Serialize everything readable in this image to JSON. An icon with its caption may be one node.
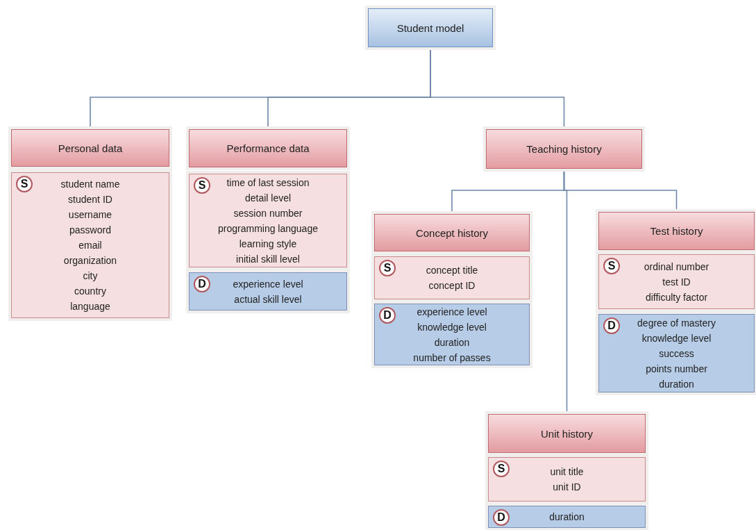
{
  "diagram": {
    "nodes": [
      {
        "text": [
          "Student model"
        ]
      },
      {
        "text": [
          "Personal data"
        ]
      },
      {
        "text": [
          "S",
          "student name",
          "student ID",
          "username",
          "password",
          "email",
          "organization",
          "city",
          "country",
          "language"
        ]
      },
      {
        "text": [
          "Performance data"
        ]
      },
      {
        "text": [
          "S",
          "time of last session",
          "detail level",
          "session number",
          "programming language",
          "learning style",
          "initial skill level"
        ]
      },
      {
        "text": [
          "D",
          "experience level",
          "actual skill level"
        ]
      },
      {
        "text": [
          "Teaching history"
        ]
      },
      {
        "text": [
          "Concept history"
        ]
      },
      {
        "text": [
          "S",
          "concept title",
          "concept ID"
        ]
      },
      {
        "text": [
          "D",
          "experience level",
          "knowledge level",
          "duration",
          "number of passes"
        ]
      },
      {
        "text": [
          "Test history"
        ]
      },
      {
        "text": [
          "S",
          "ordinal number",
          "test ID",
          "difficulty factor"
        ]
      },
      {
        "text": [
          "D",
          "degree of mastery",
          "knowledge level",
          "success",
          "points number",
          "duration"
        ]
      },
      {
        "text": [
          "Unit history"
        ]
      },
      {
        "text": [
          "S",
          "unit title",
          "unit ID"
        ]
      },
      {
        "text": [
          "D",
          "duration"
        ]
      }
    ],
    "edges": [
      {
        "from": 0,
        "to": 1,
        "arrow": "none"
      },
      {
        "from": 0,
        "to": 3,
        "arrow": "none"
      },
      {
        "from": 0,
        "to": 6,
        "arrow": "none"
      },
      {
        "from": 6,
        "to": 7,
        "arrow": "none"
      },
      {
        "from": 6,
        "to": 10,
        "arrow": "none"
      },
      {
        "from": 6,
        "to": 13,
        "arrow": "none"
      }
    ]
  }
}
